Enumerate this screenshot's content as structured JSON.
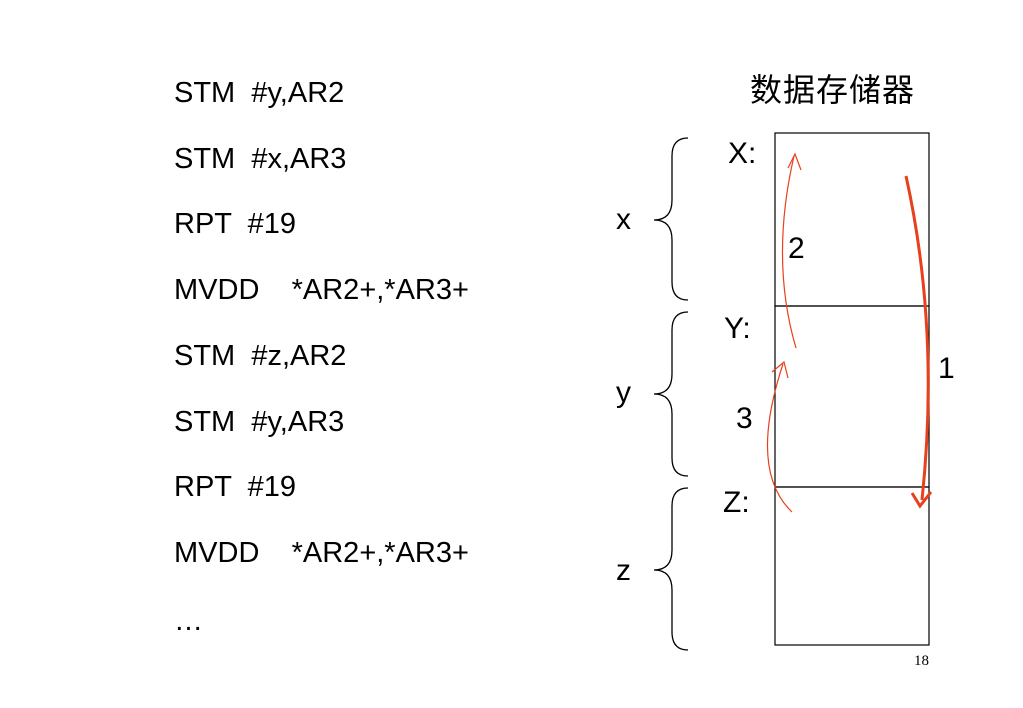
{
  "title": "数据存储器",
  "code_lines": [
    "STM  #y,AR2",
    "STM  #x,AR3",
    "RPT  #19",
    "MVDD    *AR2+,*AR3+",
    "STM  #z,AR2",
    "STM  #y,AR3",
    "RPT  #19",
    "MVDD    *AR2+,*AR3+",
    "…"
  ],
  "memory_labels": {
    "x": "X:",
    "y": "Y:",
    "z": "Z:"
  },
  "brace_labels": {
    "x": "x",
    "y": "y",
    "z": "z"
  },
  "arrow_labels": {
    "one": "1",
    "two": "2",
    "three": "3"
  },
  "page_number": "18",
  "colors": {
    "text": "#000000",
    "arrow": "#e8401c",
    "brace": "#000000"
  }
}
